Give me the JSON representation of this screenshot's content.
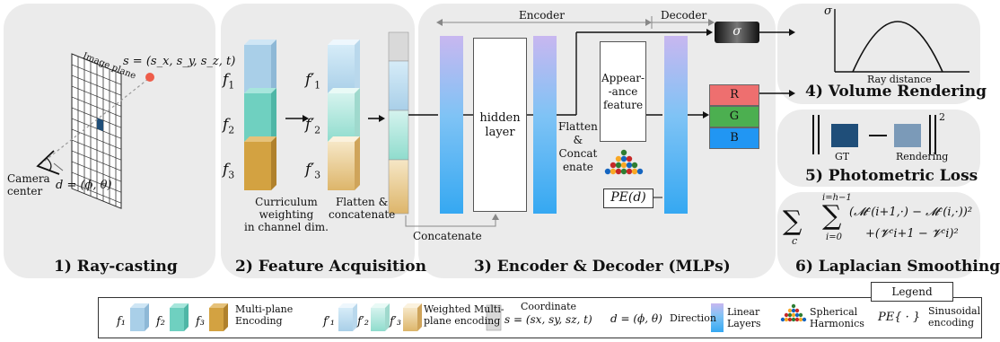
{
  "panels": {
    "p1_title": "1) Ray-casting",
    "p2_title": "2) Feature Acquisition",
    "p3_title": "3) Encoder & Decoder (MLPs)",
    "p4_title": "4) Volume Rendering",
    "p5_title": "5) Photometric Loss",
    "p6_title": "6) Laplacian Smoothing"
  },
  "raycasting": {
    "image_plane": "Image plane",
    "s_eq": "s = (s",
    "s_full": "s = (s_x, s_y, s_z, t)",
    "camera_center_1": "Camera",
    "camera_center_2": "center",
    "d_eq": "d = (ϕ, θ)"
  },
  "feature": {
    "f1": "f",
    "f1_sub": "1",
    "f2": "f",
    "f2_sub": "2",
    "f3": "f",
    "f3_sub": "3",
    "fp1": "f′",
    "fp1_sub": "1",
    "fp2": "f′",
    "fp2_sub": "2",
    "fp3": "f′",
    "fp3_sub": "3",
    "curriculum_1": "Curriculum",
    "curriculum_2": "weighting",
    "curriculum_3": "in channel dim.",
    "flatten_1": "Flatten &",
    "flatten_2": "concatenate",
    "concatenate": "Concatenate"
  },
  "mlp": {
    "encoder": "Encoder",
    "decoder": "Decoder",
    "hidden_1": "hidden",
    "hidden_2": "layer",
    "appear_1": "Appear-",
    "appear_2": "-ance",
    "appear_3": "feature",
    "flatten_1": "Flatten",
    "flatten_2": "&",
    "flatten_3": "Concat",
    "flatten_4": "enate",
    "pe": "PE(d)",
    "sigma": "σ",
    "r": "R",
    "g": "G",
    "b": "B"
  },
  "volume": {
    "sigma_axis": "σ",
    "ray_distance": "Ray distance"
  },
  "photometric": {
    "gt": "GT",
    "rendering": "Rendering",
    "exp": "2"
  },
  "laplacian": {
    "sum_c": "c",
    "upper": "i=h−1",
    "lower": "i=0",
    "line1": "(𝓜ᶜ(i+1,·) − 𝓜ᶜ(i,·))²",
    "line2": "+(𝓥ᶜi+1 − 𝓥ᶜi)²"
  },
  "legend": {
    "title": "Legend",
    "f1": "f₁",
    "f2": "f₂",
    "f3": "f₃",
    "multi_1": "Multi-plane",
    "multi_2": "Encoding",
    "fp1": "f′₁",
    "fp2": "f′₂",
    "fp3": "f′₃",
    "weighted_1": "Weighted Multi-",
    "weighted_2": "plane encoding",
    "coord_1": "Coordinate",
    "coord_2": "s = (sx, sy, sz, t)",
    "dir_eq": "d = (ϕ, θ)",
    "dir_word": "Direction",
    "linear_1": "Linear",
    "linear_2": "Layers",
    "sh_1": "Spherical",
    "sh_2": "Harmonics",
    "pe_sym": "PE{ · }",
    "pe_1": "Sinusoidal",
    "pe_2": "encoding"
  },
  "colors": {
    "panel_bg": "#ebebeb",
    "blue_cube": "#a9cfe8",
    "teal_cube": "#6fd0c0",
    "gold_cube": "#d3a241",
    "red": "#ee6f6f",
    "green": "#4caf50",
    "blue": "#2196f3"
  }
}
